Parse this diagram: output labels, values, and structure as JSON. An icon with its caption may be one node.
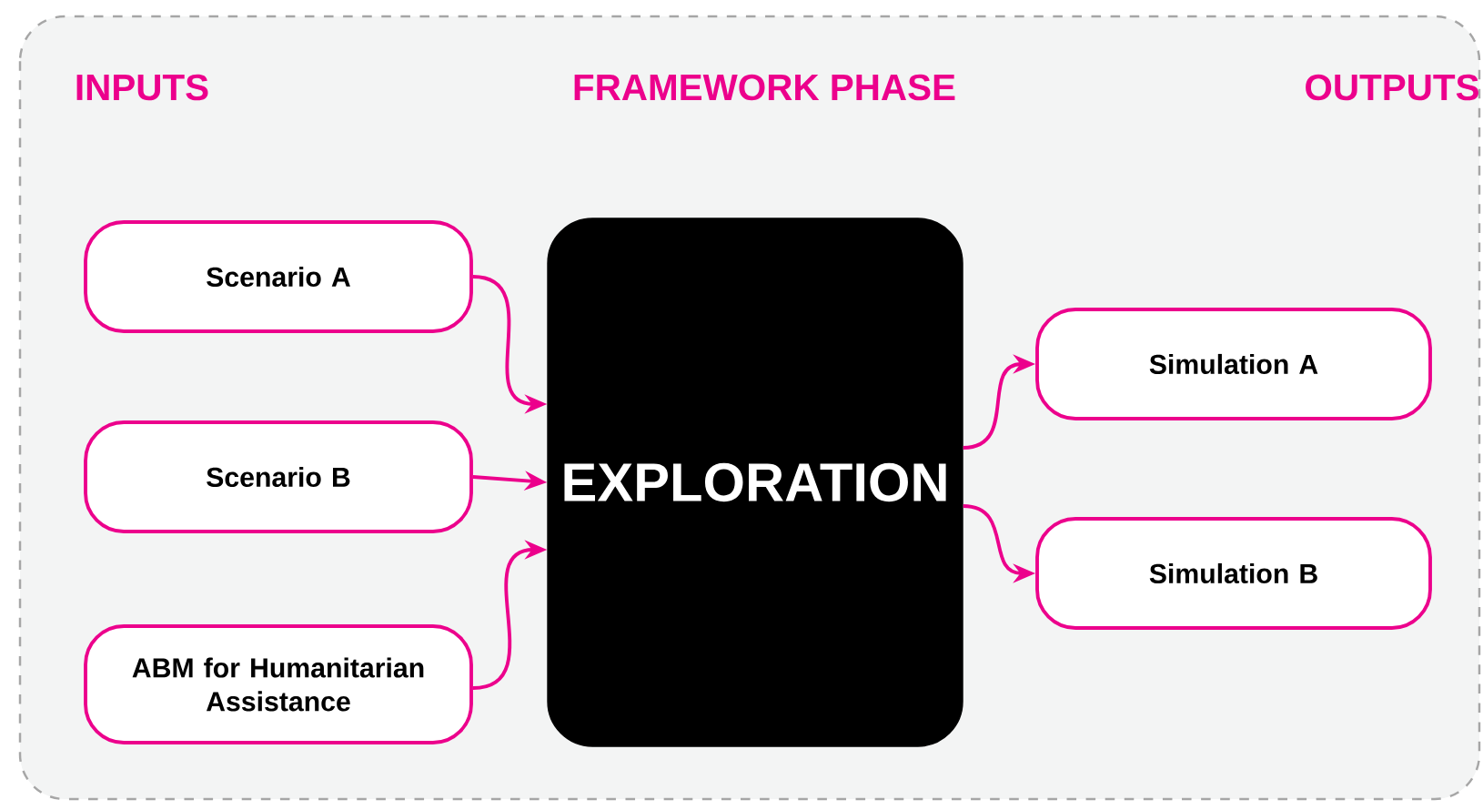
{
  "diagram": {
    "nodes": [
      {
        "text": [
          "Scenario A"
        ]
      },
      {
        "text": [
          "Scenario B"
        ]
      },
      {
        "text": [
          "ABM for Humanitarian Assistance"
        ]
      },
      {
        "text": [
          "EXPLORATION"
        ]
      },
      {
        "text": [
          "Simulation A"
        ]
      },
      {
        "text": [
          "Simulation B"
        ]
      }
    ],
    "edges": [
      {
        "from": 0,
        "to": 3,
        "arrow": "to"
      },
      {
        "from": 1,
        "to": 3,
        "arrow": "to"
      },
      {
        "from": 2,
        "to": 3,
        "arrow": "to"
      },
      {
        "from": 3,
        "to": 4,
        "arrow": "to"
      },
      {
        "from": 3,
        "to": 5,
        "arrow": "to"
      }
    ],
    "labels": [
      "INPUTS",
      "FRAMEWORK PHASE",
      "OUTPUTS"
    ]
  }
}
